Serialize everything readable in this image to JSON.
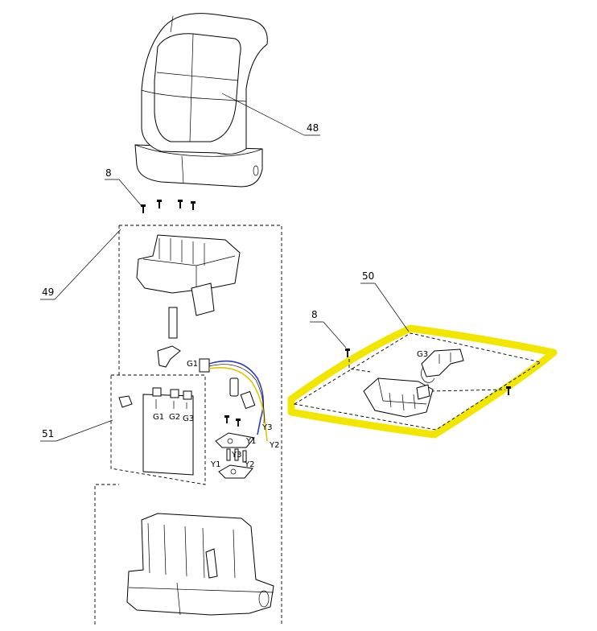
{
  "callouts": {
    "c48": "48",
    "c8a": "8",
    "c49": "49",
    "c50": "50",
    "c8b": "8",
    "c51": "51"
  },
  "wires": {
    "g1": "G1",
    "g3": "G3",
    "y3": "Y3",
    "y1": "Y1",
    "y2": "Y2",
    "y1b": "Y1",
    "y3b": "Y3",
    "y2b": "Y2"
  },
  "board": {
    "g1": "G1",
    "g2": "G2",
    "g3": "G3"
  },
  "colors": {
    "highlight": "#f2e600",
    "wire_blue": "#2b3fb0",
    "wire_yellow": "#e0c400"
  }
}
